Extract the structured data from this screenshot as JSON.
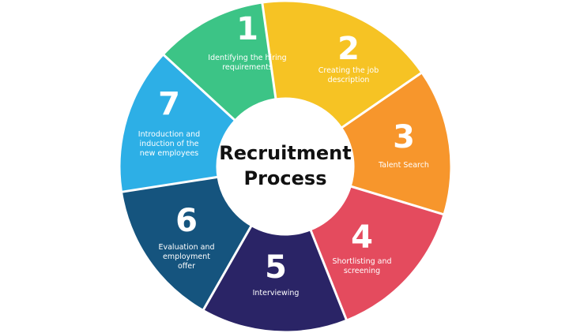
{
  "title_lines": [
    "Recruitment",
    "Process"
  ],
  "steps": [
    {
      "number": "1",
      "label_lines": [
        "Identifying the hiring",
        "requirements"
      ],
      "color": "#F6C324"
    },
    {
      "number": "2",
      "label_lines": [
        "Creating the job",
        "description"
      ],
      "color": "#F7962C"
    },
    {
      "number": "3",
      "label_lines": [
        "Talent Search"
      ],
      "color": "#E44B5E"
    },
    {
      "number": "4",
      "label_lines": [
        "Shortlisting and",
        "screening"
      ],
      "color": "#2A2466"
    },
    {
      "number": "5",
      "label_lines": [
        "Interviewing"
      ],
      "color": "#15547E"
    },
    {
      "number": "6",
      "label_lines": [
        "Evaluation and",
        "employment",
        "offer"
      ],
      "color": "#2DAFE6"
    },
    {
      "number": "7",
      "label_lines": [
        "Introduction and",
        "induction of the",
        "new employees"
      ],
      "color": "#3CC486"
    }
  ]
}
